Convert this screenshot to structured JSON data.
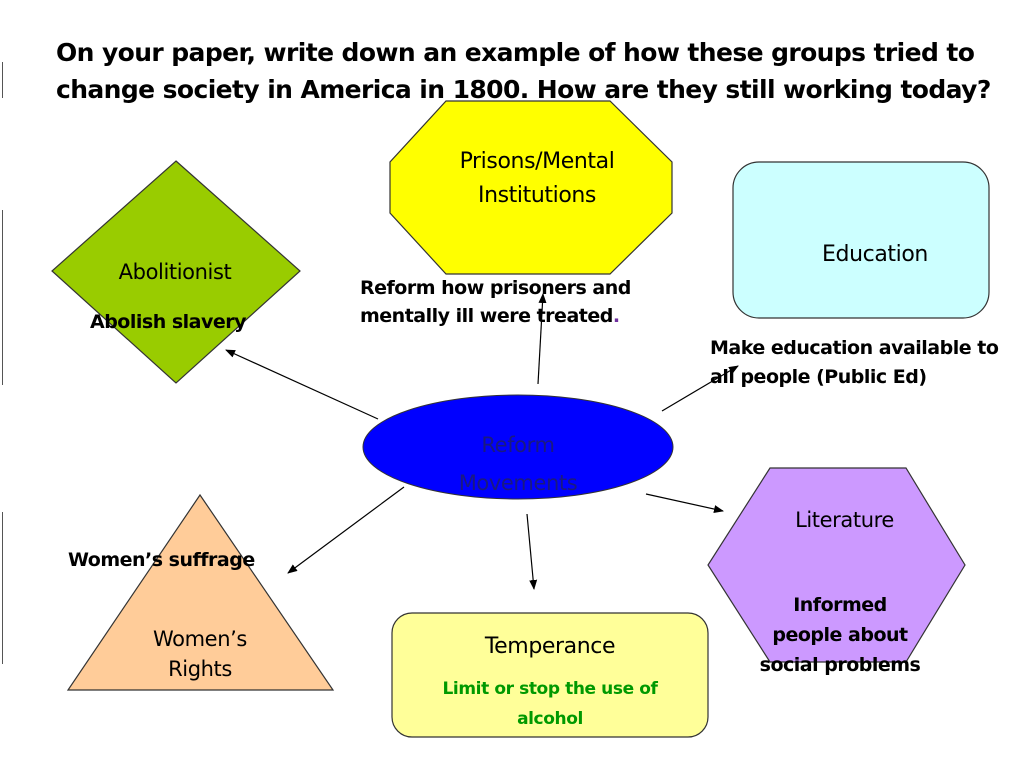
{
  "title": "On your paper, write down an example of how these groups tried to change society in America in 1800.  How are they still working today?",
  "center": {
    "label_line1": "Reform",
    "label_line2": "Movements"
  },
  "nodes": {
    "prisons": {
      "label_line1": "Prisons/Mental",
      "label_line2": "Institutions",
      "note": "Reform how prisoners and mentally ill were treated",
      "note_punct": "."
    },
    "education": {
      "label": "Education",
      "note": "Make education available to all people (Public Ed)"
    },
    "abolitionist": {
      "label": "Abolitionist",
      "note": "Abolish slavery"
    },
    "literature": {
      "label": "Literature",
      "note_line1": "Informed",
      "note_line2": "people about",
      "note_line3": "social problems"
    },
    "womens_rights": {
      "label_line1": "Women’s",
      "label_line2": "Rights",
      "note": "Women’s suffrage"
    },
    "temperance": {
      "label": "Temperance",
      "note_line1": "Limit or stop the use of",
      "note_line2": "alcohol"
    }
  },
  "colors": {
    "center_fill": "#0000ff",
    "center_text": "#1a1a80",
    "prisons_fill": "#ffff00",
    "education_fill": "#ccffff",
    "abolitionist_fill": "#99cc00",
    "literature_fill": "#cc99ff",
    "womens_rights_fill": "#ffcc99",
    "temperance_fill": "#ffff99",
    "temperance_note": "#009900",
    "accent_period": "#7030a0"
  }
}
